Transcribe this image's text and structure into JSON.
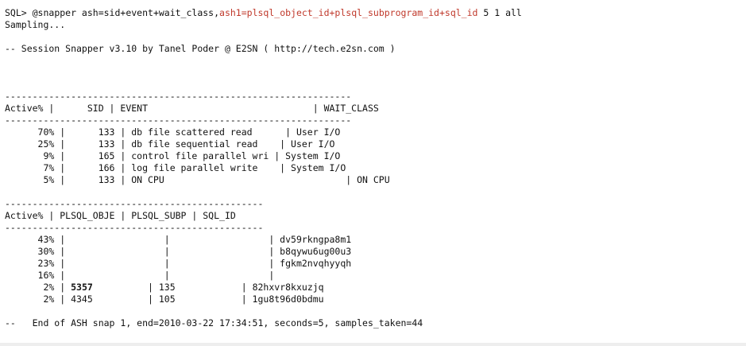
{
  "colors": {
    "background": "#ffffff",
    "text": "#111111",
    "highlight": "#c0392b"
  },
  "command": {
    "prompt": "SQL> ",
    "part1": "@snapper ash=sid+event+wait_class,",
    "part2": "ash1=plsql_object_id+plsql_subprogram_id+sql_id",
    "part3": " 5 1 all"
  },
  "status": "Sampling...",
  "banner": "-- Session Snapper v3.10 by Tanel Poder @ E2SN ( http://tech.e2sn.com )",
  "table1": {
    "rule": "---------------------------------------------------------------",
    "header": "Active% |      SID | EVENT                              | WAIT_CLASS",
    "rows": [
      "      70% |      133 | db file scattered read      | User I/O",
      "      25% |      133 | db file sequential read    | User I/O",
      "       9% |      165 | control file parallel wri | System I/O",
      "       7% |      166 | log file parallel write    | System I/O",
      "       5% |      133 | ON CPU                                 | ON CPU"
    ]
  },
  "table2": {
    "rule": "-----------------------------------------------",
    "header": "Active% | PLSQL_OBJE | PLSQL_SUBP | SQL_ID",
    "rows": [
      "      43% |                  |                  | dv59rkngpa8m1",
      "      30% |                  |                  | b8qywu6ug00u3",
      "      23% |                  |                  | fgkm2nvqhyyqh",
      "      16% |                  |                  |",
      "       2% | ",
      "       2% | 4345          | 105            | 1gu8t96d0bdmu"
    ],
    "row5": {
      "prefix": "       2% | ",
      "bold_value": "5357",
      "suffix": "          | 135            | 82hxvr8kxuzjq"
    }
  },
  "footer": "--   End of ASH snap 1, end=2010-03-22 17:34:51, seconds=5, samples_taken=44"
}
